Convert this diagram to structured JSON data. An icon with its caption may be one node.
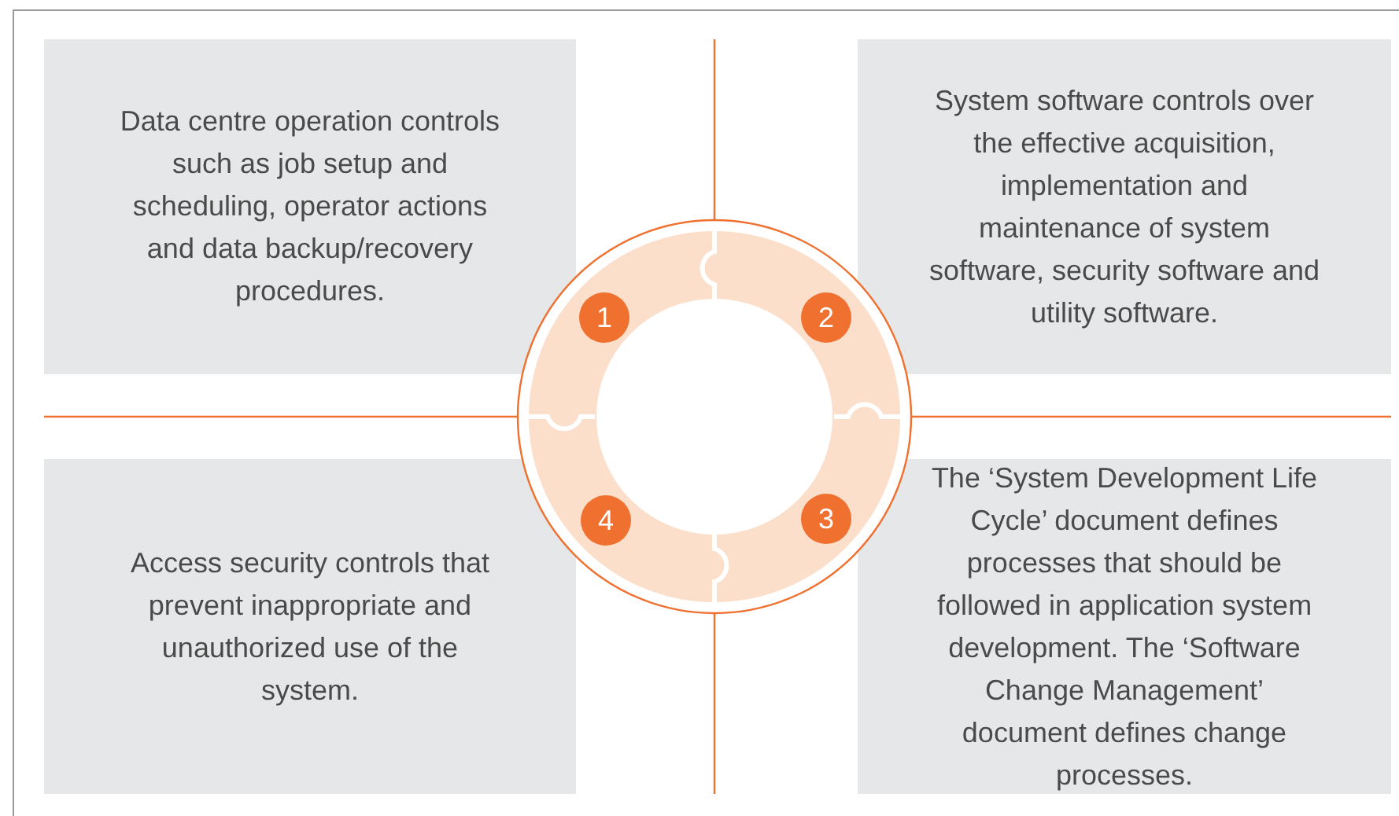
{
  "diagram": {
    "nodes": [
      {
        "text": [
          "Data centre operation controls such as job setup and scheduling, operator actions and data backup/recovery procedures."
        ]
      },
      {
        "text": [
          "System software controls over the effective acquisition, implementation and maintenance of system software, security software and utility software."
        ]
      },
      {
        "text": [
          "Access security controls that prevent inappropriate and unauthorized use of the system."
        ]
      },
      {
        "text": [
          "The ‘System Development Life Cycle’ document defines processes that should be followed in application system development. The ‘Software Change Management’ document defines change processes."
        ]
      },
      {
        "text": [
          "1"
        ]
      },
      {
        "text": [
          "2"
        ]
      },
      {
        "text": [
          "3"
        ]
      },
      {
        "text": [
          "4"
        ]
      }
    ]
  }
}
